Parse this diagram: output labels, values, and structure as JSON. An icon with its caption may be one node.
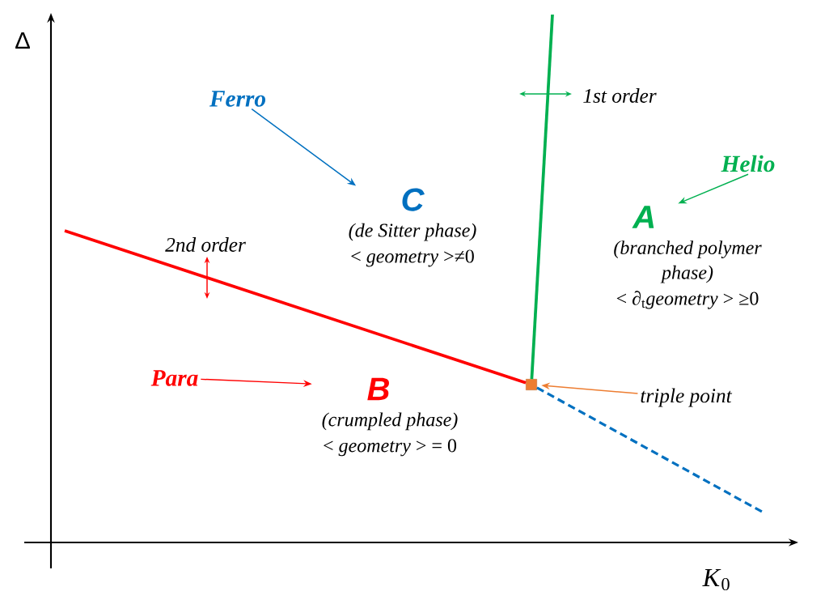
{
  "diagram": {
    "nodes": [
      {
        "text": [
          "Ferro"
        ]
      },
      {
        "text": [
          "Helio"
        ]
      },
      {
        "text": [
          "C",
          "(de Sitter phase)",
          "< *geometry* >≠0"
        ]
      },
      {
        "text": [
          "A",
          "(branched polymer phase)",
          "< ∂$_{t}$*geometry* > ≥0"
        ]
      },
      {
        "text": [
          "Para"
        ]
      },
      {
        "text": [],
        "shape": "box"
      },
      {
        "text": [
          "B",
          "(crumpled phase)",
          "< *geometry* > = 0"
        ]
      },
      {
        "text": [
          "triple point"
        ]
      }
    ],
    "edges": [
      {
        "from": 0,
        "to": 2,
        "arrow": "to",
        "color": "#0070c0"
      },
      {
        "from": 4,
        "to": 6,
        "arrow": "to",
        "color": "#ff0000"
      },
      {
        "from": 1,
        "to": 3,
        "arrow": "to",
        "color": "#00b050"
      },
      {
        "from": 7,
        "to": 5,
        "arrow": "to",
        "color": "#ed7d31"
      },
      {
        "from": null,
        "to": 5,
        "arrow": "none",
        "style": "thick",
        "color": "#ff0000"
      },
      {
        "from": 5,
        "to": null,
        "arrow": "none",
        "style": "thick",
        "color": "#00b050"
      },
      {
        "from": 5,
        "to": null,
        "arrow": "none",
        "style": "dashed",
        "color": "#0070c0"
      }
    ],
    "labels": [
      "Δ",
      "1st order",
      "2nd order",
      "*K*$_{0}$"
    ]
  }
}
